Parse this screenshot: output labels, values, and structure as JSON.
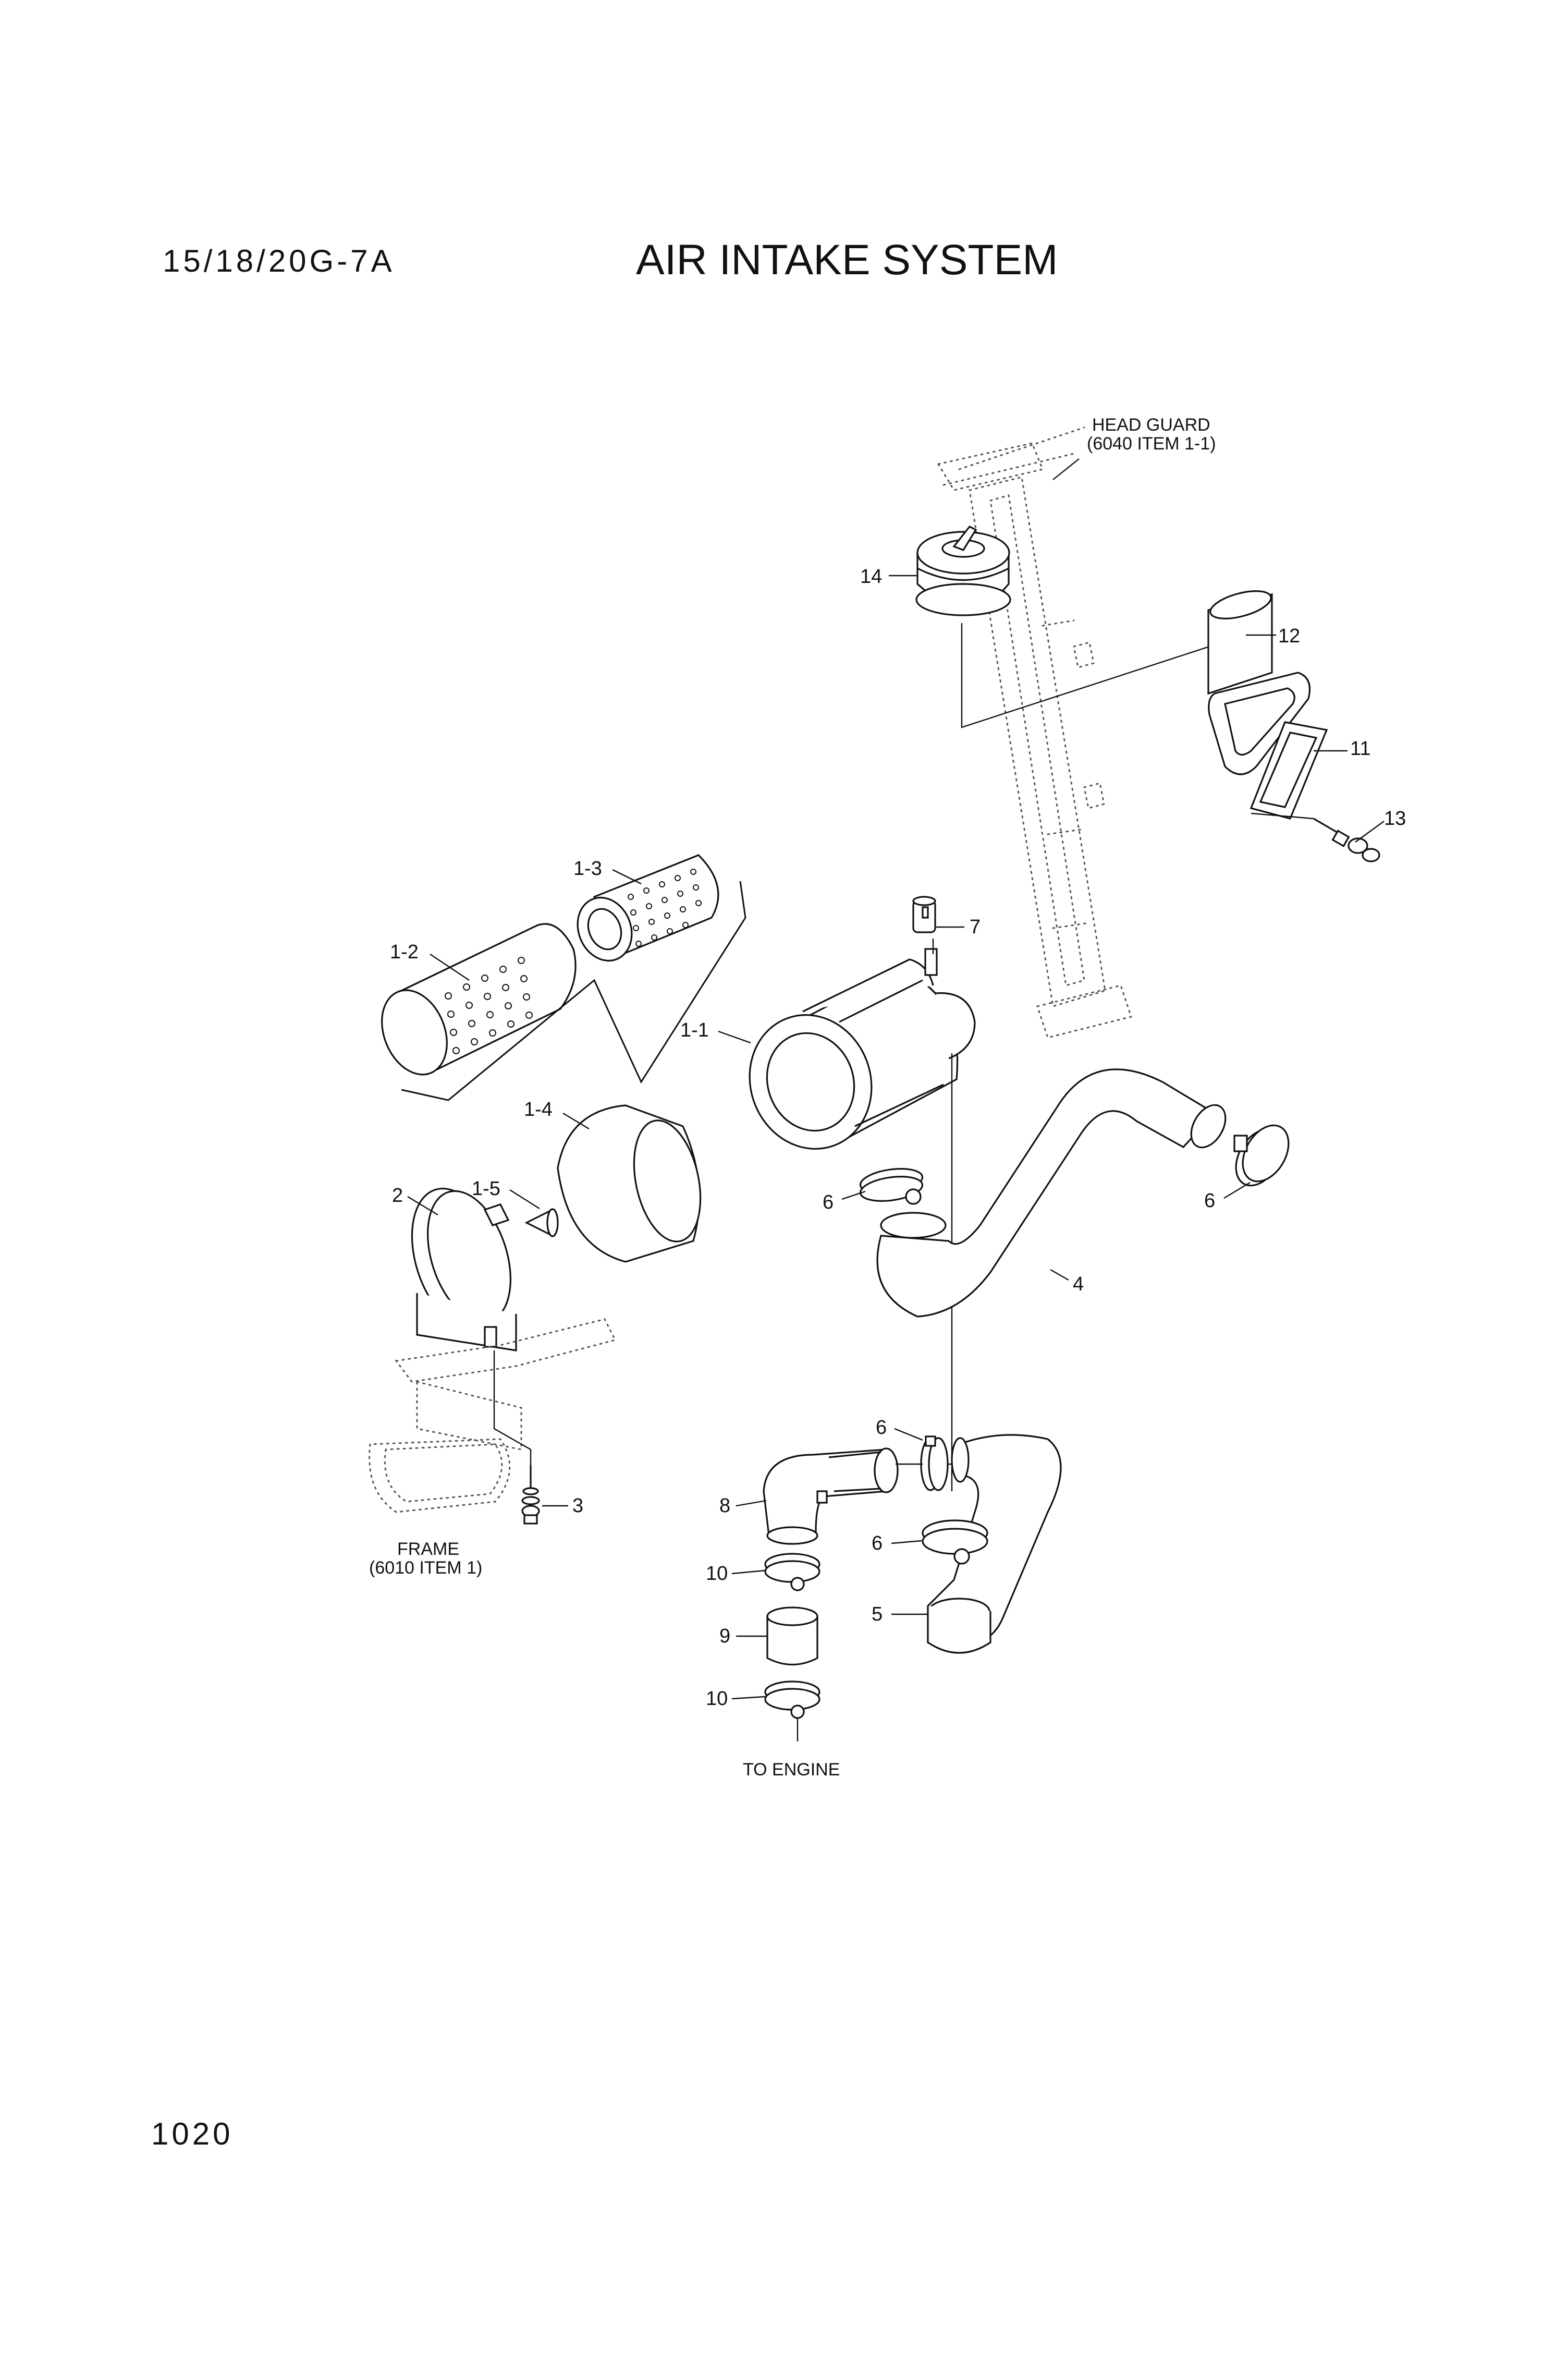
{
  "header": {
    "model_code": "15/18/20G-7A",
    "title": "AIR INTAKE SYSTEM"
  },
  "footer": {
    "page_number": "1020"
  },
  "callouts": {
    "c1_1": "1-1",
    "c1_2": "1-2",
    "c1_3": "1-3",
    "c1_4": "1-4",
    "c1_5": "1-5",
    "c2": "2",
    "c3": "3",
    "c4": "4",
    "c5": "5",
    "c6_clamp_cleaner": "6",
    "c6_clamp_right": "6",
    "c6_clamp_mid": "6",
    "c6_clamp_lower": "6",
    "c7": "7",
    "c8": "8",
    "c9": "9",
    "c10_upper": "10",
    "c10_lower": "10",
    "c11": "11",
    "c12": "12",
    "c13": "13",
    "c14": "14"
  },
  "notes": {
    "head_guard_line1": "HEAD GUARD",
    "head_guard_line2": "(6040 ITEM 1-1)",
    "frame_line1": "FRAME",
    "frame_line2": "(6010 ITEM 1)",
    "to_engine": "TO ENGINE"
  }
}
